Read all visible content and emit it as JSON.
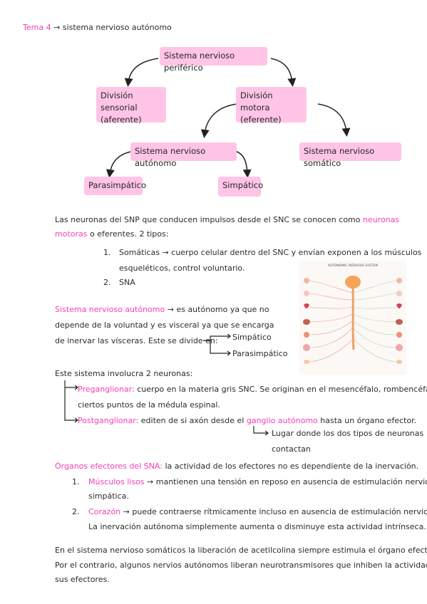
{
  "header": {
    "topic": "Tema 4",
    "arrow": "→",
    "title": "sistema nervioso autónomo"
  },
  "tree": {
    "root": "Sistema nervioso periférico",
    "sensory": [
      "División sensorial",
      "(aferente)"
    ],
    "motor": [
      "División motora",
      "(eferente)"
    ],
    "autonomic": "Sistema nervioso autónomo",
    "somatic": "Sistema nervioso somático",
    "parasympathetic": "Parasimpático",
    "sympathetic": "Simpático"
  },
  "intro": {
    "line1_a": "Las neuronas del SNP que conducen impulsos desde el SNC se conocen como ",
    "line1_b": "neuronas",
    "line2_a": "motoras",
    "line2_b": " o eferentes. 2 tipos:"
  },
  "types": {
    "item1_num": "1.",
    "item1_line1": "Somáticas → cuerpo celular dentro del SNC y envían exponen a los músculos",
    "item1_line2": "esqueléticos, control voluntario.",
    "item2_num": "2.",
    "item2_text": "SNA"
  },
  "image": {
    "title": "AUTONOMIC NERVOUS SYSTEM"
  },
  "sna": {
    "line1_a": "Sistema nervioso autónomo",
    "line1_b": " → es autónomo ya que no",
    "line2": "depende de la voluntad y es visceral ya que se encarga",
    "line3": "de inervar las vísceras. Este se divide en:",
    "div1": "Simpático",
    "div2": "Parasimpático"
  },
  "neurons": {
    "intro": "Este sistema involucra 2 neuronas:",
    "pre_label": "Preganglionar:",
    "pre_text": " cuerpo en la materia gris SNC. Se originan en el mesencéfalo, rombencéfalo y",
    "pre_line2": "ciertos puntos de la médula espinal.",
    "post_label": "Postganglionar:",
    "post_text_a": " editen de si axón desde el ",
    "post_ganglion": "ganglio autónomo",
    "post_text_b": " hasta un órgano efector.",
    "note_line1": "Lugar donde los dos tipos de neuronas",
    "note_line2": "contactan"
  },
  "effectors": {
    "title": "Órganos efectores del SNA:",
    "title_rest": " la actividad de los efectores no es dependiente de la inervación.",
    "item1_num": "1.",
    "item1_label": "Músculos lisos",
    "item1_text": " → mantienen una tensión en reposo en ausencia de estimulación nerviosa",
    "item1_line2": "simpática.",
    "item2_num": "2.",
    "item2_label": "Corazón",
    "item2_text": " → puede contraerse rítmicamente incluso en ausencia de estimulación nerviosa.",
    "item2_line2": "La inervación autónoma simplemente aumenta o disminuye esta actividad intrínseca."
  },
  "closing": {
    "line1": "En el sistema nervioso somáticos la liberación de acetilcolina siempre estimula el órgano efector.",
    "line2": "Por el contrario, algunos nervios autónomos liberan neurotransmisores que inhiben la actividad de",
    "line3": "sus efectores."
  }
}
